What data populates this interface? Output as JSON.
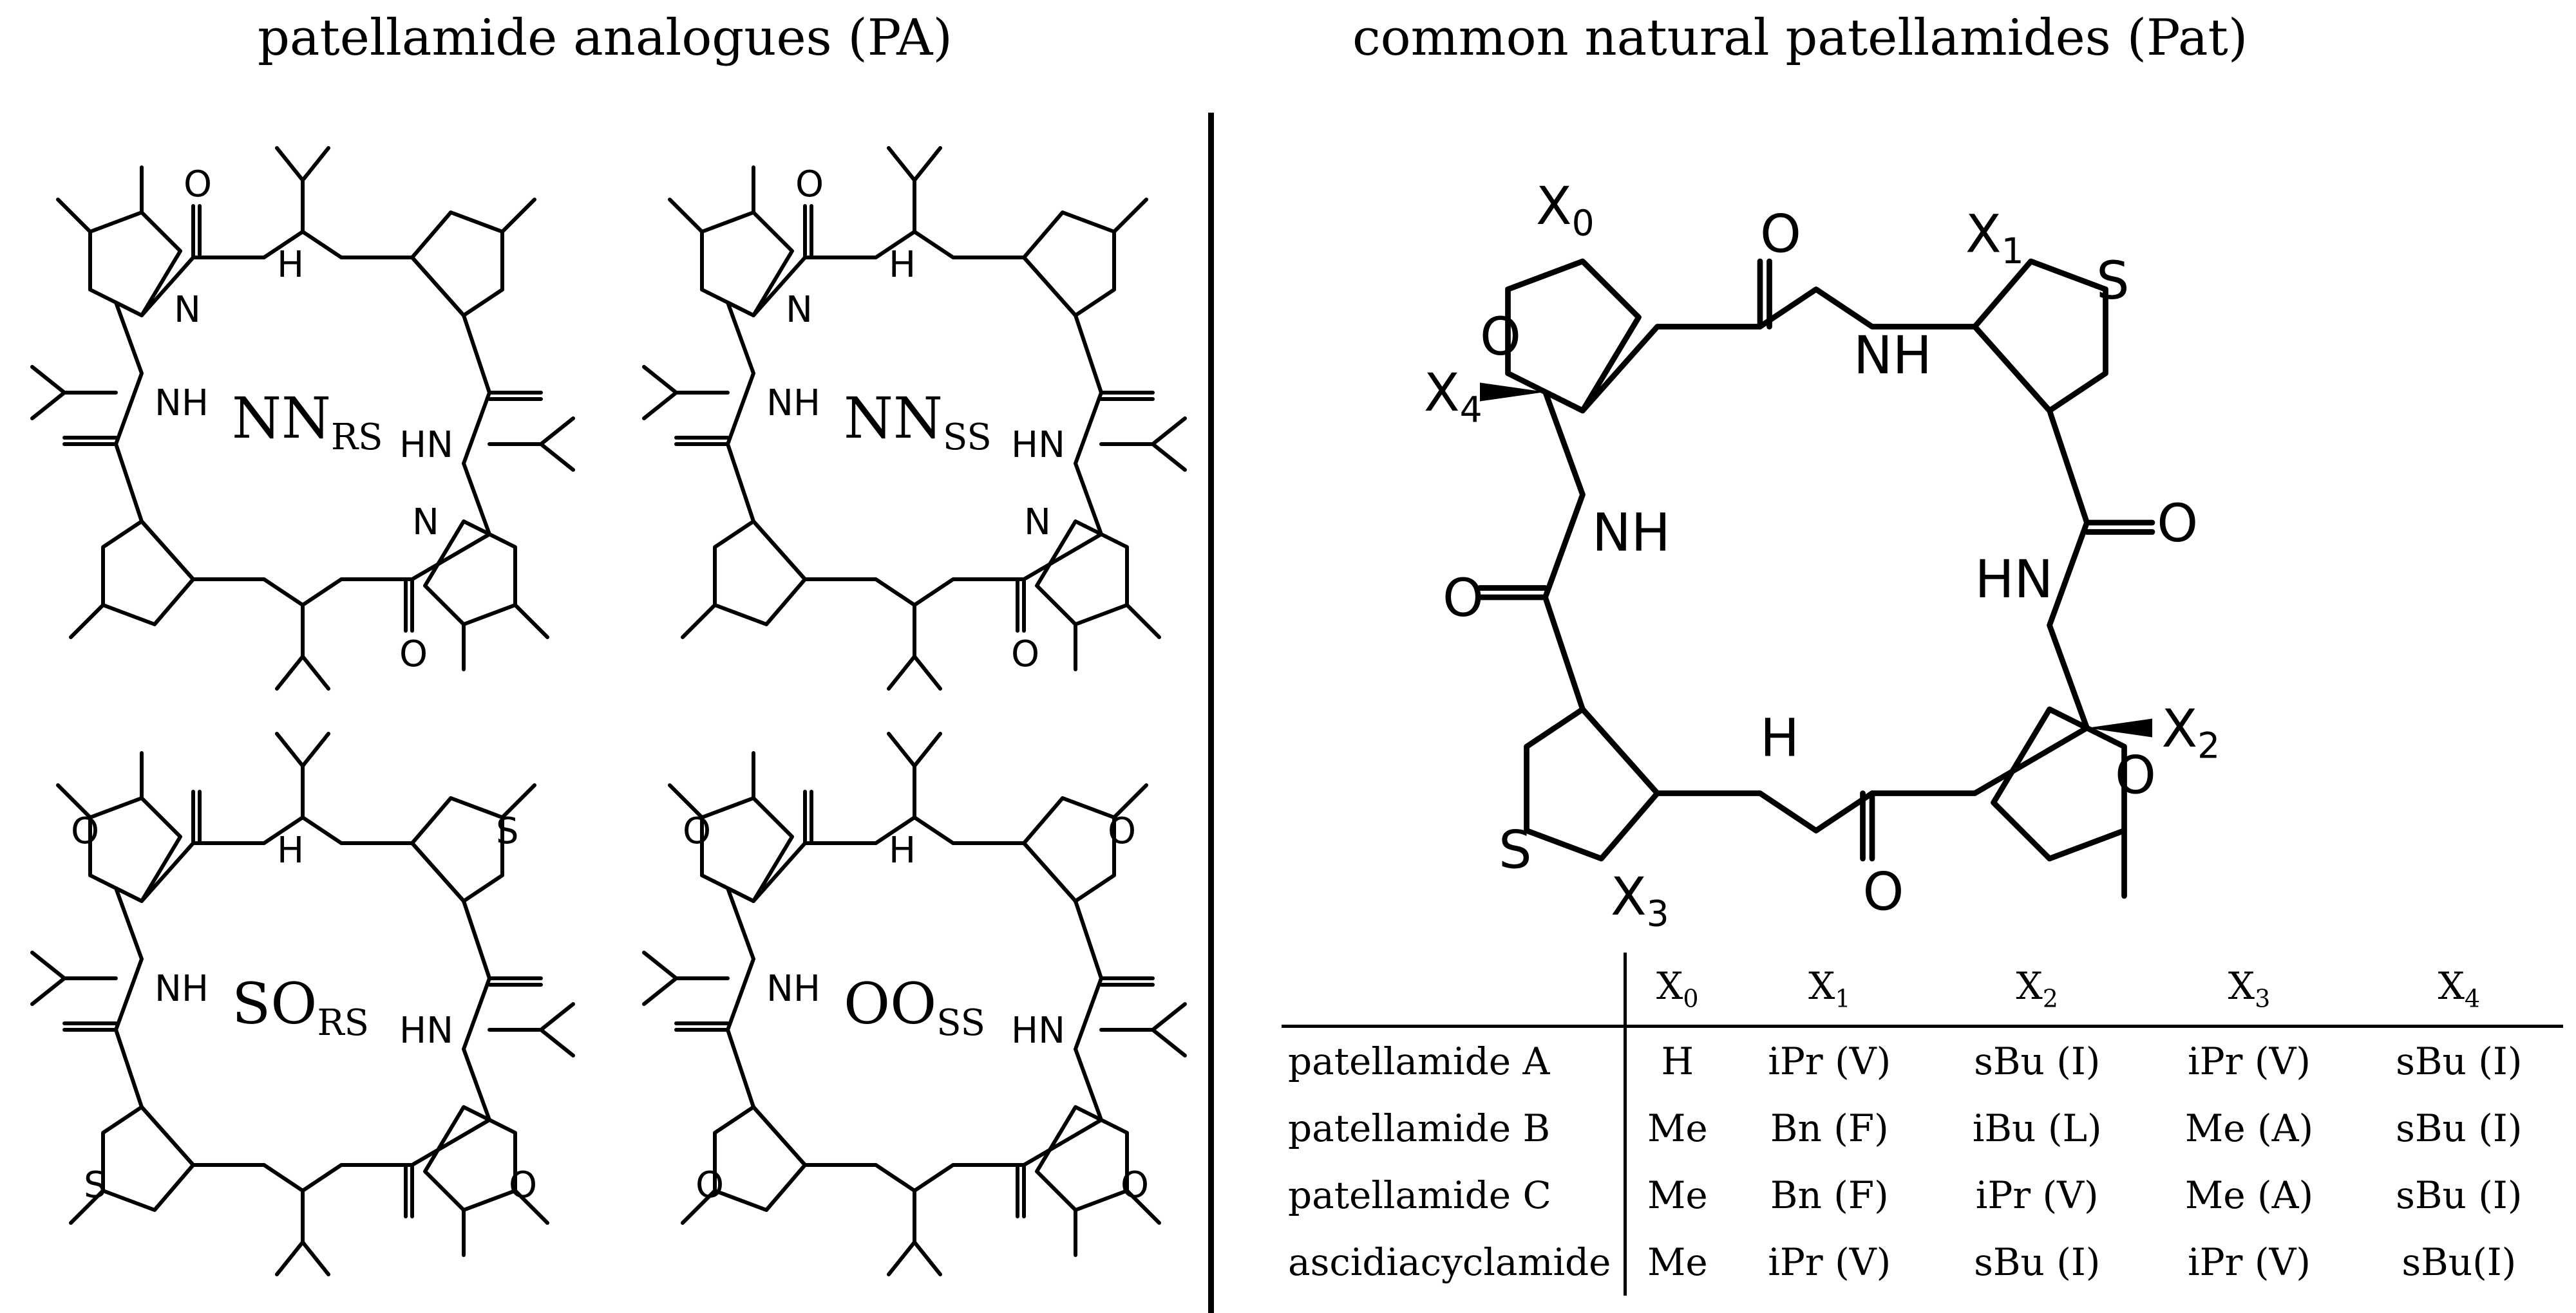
{
  "titles": {
    "left": "patellamide analogues (PA)",
    "right": "common natural patellamides (Pat)"
  },
  "analogues": [
    {
      "main": "NN",
      "sub": "RS"
    },
    {
      "main": "NN",
      "sub": "SS"
    },
    {
      "main": "SO",
      "sub": "RS"
    },
    {
      "main": "OO",
      "sub": "SS"
    }
  ],
  "atoms": {
    "N": "N",
    "NH": "NH",
    "HN": "HN",
    "H": "H",
    "O": "O",
    "S": "S",
    "X": "X",
    "sub0": "0",
    "sub1": "1",
    "sub2": "2",
    "sub3": "3",
    "sub4": "4"
  },
  "table": {
    "columns": [
      {
        "main": "X",
        "sub": "0"
      },
      {
        "main": "X",
        "sub": "1"
      },
      {
        "main": "X",
        "sub": "2"
      },
      {
        "main": "X",
        "sub": "3"
      },
      {
        "main": "X",
        "sub": "4"
      }
    ],
    "rows": [
      {
        "name": "patellamide A",
        "cells": [
          "H",
          "iPr (V)",
          "sBu (I)",
          "iPr (V)",
          "sBu (I)"
        ]
      },
      {
        "name": "patellamide B",
        "cells": [
          "Me",
          "Bn (F)",
          "iBu (L)",
          "Me (A)",
          "sBu (I)"
        ]
      },
      {
        "name": "patellamide C",
        "cells": [
          "Me",
          "Bn (F)",
          "iPr (V)",
          "Me (A)",
          "sBu (I)"
        ]
      },
      {
        "name": "ascidiacyclamide",
        "cells": [
          "Me",
          "iPr (V)",
          "sBu (I)",
          "iPr (V)",
          "sBu(I)"
        ]
      }
    ]
  }
}
